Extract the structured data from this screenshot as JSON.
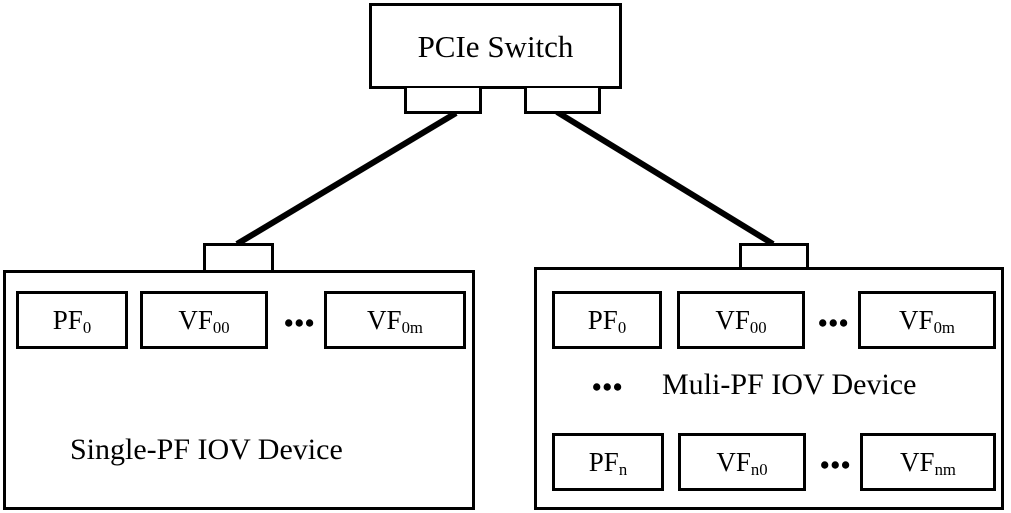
{
  "diagram": {
    "title_text": "PCIe Switch",
    "switch": {
      "label": "PCIe Switch"
    },
    "ellipsis": "•••",
    "devices": [
      {
        "id": "single-pf",
        "title": "Single-PF IOV Device",
        "rows": [
          {
            "physical_function": "PF",
            "physical_function_sub": "0",
            "virtual_function_first": "VF",
            "virtual_function_first_sub": "00",
            "virtual_function_last": "VF",
            "virtual_function_last_sub": "0m"
          }
        ]
      },
      {
        "id": "multi-pf",
        "title": "Muli-PF IOV Device",
        "rows": [
          {
            "physical_function": "PF",
            "physical_function_sub": "0",
            "virtual_function_first": "VF",
            "virtual_function_first_sub": "00",
            "virtual_function_last": "VF",
            "virtual_function_last_sub": "0m"
          },
          {
            "physical_function": "PF",
            "physical_function_sub": "n",
            "virtual_function_first": "VF",
            "virtual_function_first_sub": "n0",
            "virtual_function_last": "VF",
            "virtual_function_last_sub": "nm"
          }
        ]
      }
    ],
    "colors": {
      "stroke": "#000000",
      "background": "#ffffff"
    }
  }
}
